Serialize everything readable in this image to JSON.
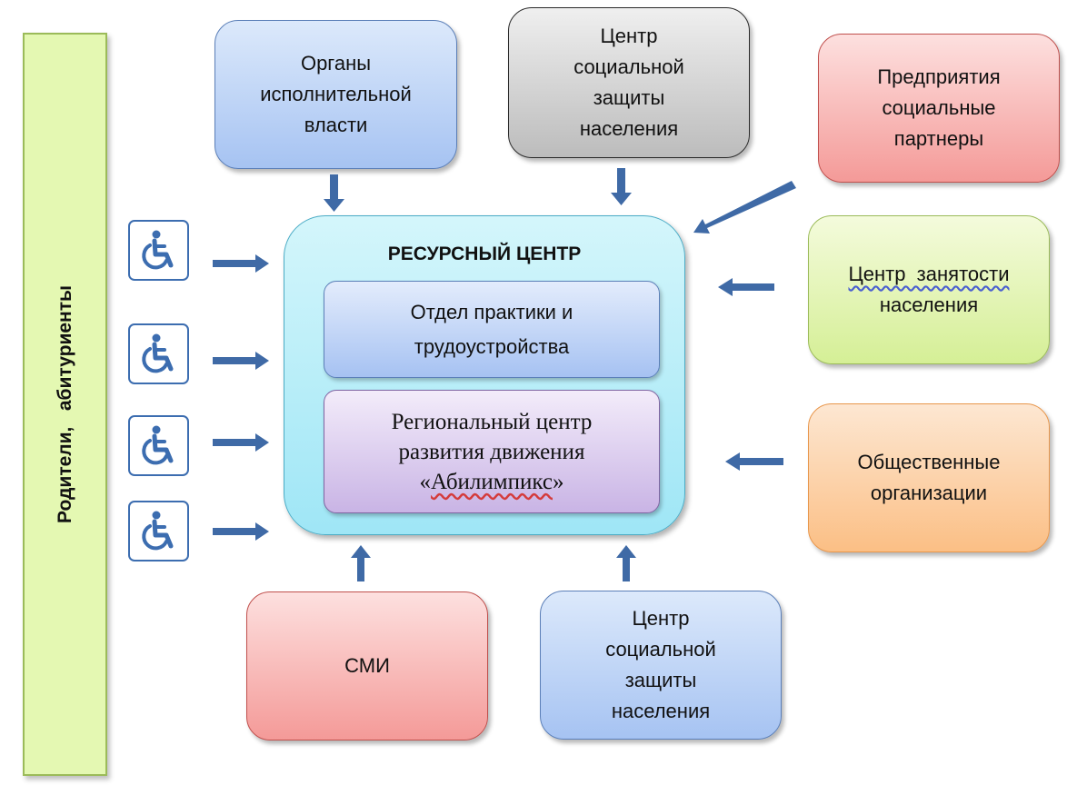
{
  "left_bar": {
    "label": "Родители,   абитуриенты"
  },
  "top_boxes": {
    "executive_authorities": [
      "Органы",
      "исполнительной",
      "власти"
    ],
    "social_protection_top": [
      "Центр",
      "социальной",
      "защиты",
      "населения"
    ],
    "social_partners": [
      "Предприятия",
      "социальные",
      "партнеры"
    ]
  },
  "right_boxes": {
    "employment_center": [
      "Центр  занятости",
      "населения"
    ],
    "public_organizations": [
      "Общественные",
      "организации"
    ]
  },
  "bottom_boxes": {
    "media": [
      "СМИ"
    ],
    "social_protection_bottom": [
      "Центр",
      "социальной",
      "защиты",
      "населения"
    ]
  },
  "resource_center": {
    "title": "РЕСУРСНЫЙ ЦЕНТР",
    "practice_department": [
      "Отдел практики и",
      "трудоустройства"
    ],
    "abilympics_center": {
      "line1": "Региональный центр",
      "line2": "развития движения",
      "line3_prefix": "«",
      "line3_word": "Абилимпикс",
      "line3_suffix": "»"
    }
  },
  "icons": [
    "wheelchair-icon",
    "wheelchair-icon",
    "wheelchair-icon",
    "wheelchair-icon"
  ],
  "colors": {
    "arrow": "#3f6aa6",
    "icon": "#3c6db0"
  }
}
